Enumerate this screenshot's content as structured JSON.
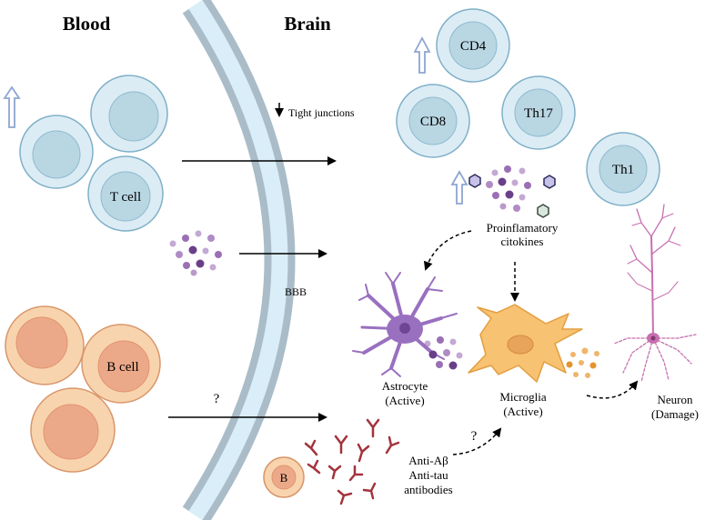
{
  "titles": {
    "blood": "Blood",
    "brain": "Brain"
  },
  "barrier": {
    "label": "BBB",
    "tight_junctions": "Tight junctions"
  },
  "cells": {
    "t_cell": "T cell",
    "b_cell": "B cell",
    "b_small": "B",
    "cd4": "CD4",
    "cd8": "CD8",
    "th17": "Th17",
    "th1": "Th1"
  },
  "labels": {
    "cytokines_1": "Proinflamatory",
    "cytokines_2": "citokines",
    "astrocyte_1": "Astrocyte",
    "astrocyte_2": "(Active)",
    "microglia_1": "Microglia",
    "microglia_2": "(Active)",
    "neuron_1": "Neuron",
    "neuron_2": "(Damage)",
    "antibody_1": "Anti-Aβ",
    "antibody_2": "Anti-tau",
    "antibody_3": "antibodies",
    "question_1": "?",
    "question_2": "?"
  },
  "colors": {
    "tcell_outer": "#dcecf4",
    "tcell_inner": "#b9d6e3",
    "tcell_stroke": "#7fb0c8",
    "bcell_outer": "#f8d4ae",
    "bcell_inner": "#eca989",
    "bcell_stroke": "#d9966a",
    "membrane": "#a9bcc8",
    "membrane_inner": "#d9eef8",
    "cytokine": "#9b6fb5",
    "astrocyte": "#9970c0",
    "microglia": "#f7c271",
    "neuron": "#c86fb0",
    "antibody": "#a3333c"
  }
}
